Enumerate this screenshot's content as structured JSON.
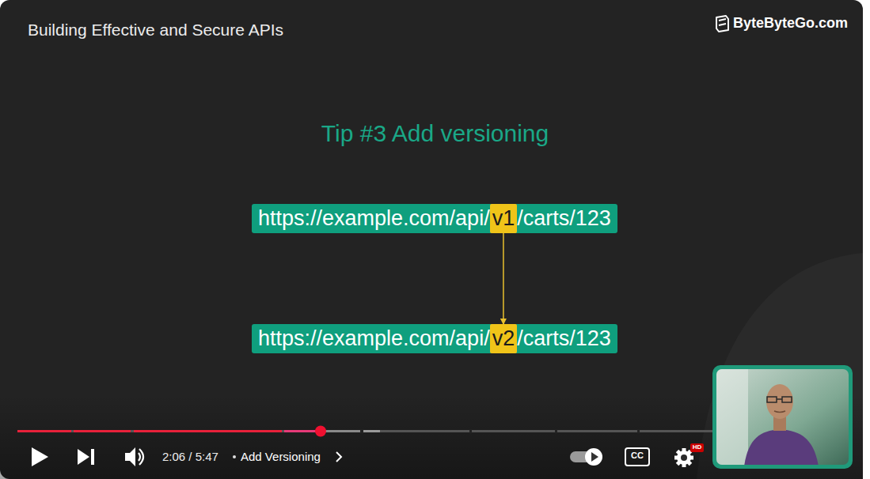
{
  "diagram": {
    "title": "Tip #3 Add versioning",
    "nodes": [
      {
        "text": [
          "https://example.com/api/",
          "/carts/123"
        ]
      },
      {
        "text": [
          "v1"
        ],
        "in": 0
      },
      {
        "text": [
          "https://example.com/api/",
          "/carts/123"
        ]
      },
      {
        "text": [
          "v2"
        ],
        "in": 2
      }
    ],
    "edges": [
      {
        "from": 1,
        "to": 3,
        "arrow": "to"
      }
    ],
    "labels": [
      "Building Effective and Secure APIs",
      "ByteByteGo.com",
      "2:06 / 5:47",
      "Add Versioning",
      "CC",
      "HD"
    ]
  }
}
